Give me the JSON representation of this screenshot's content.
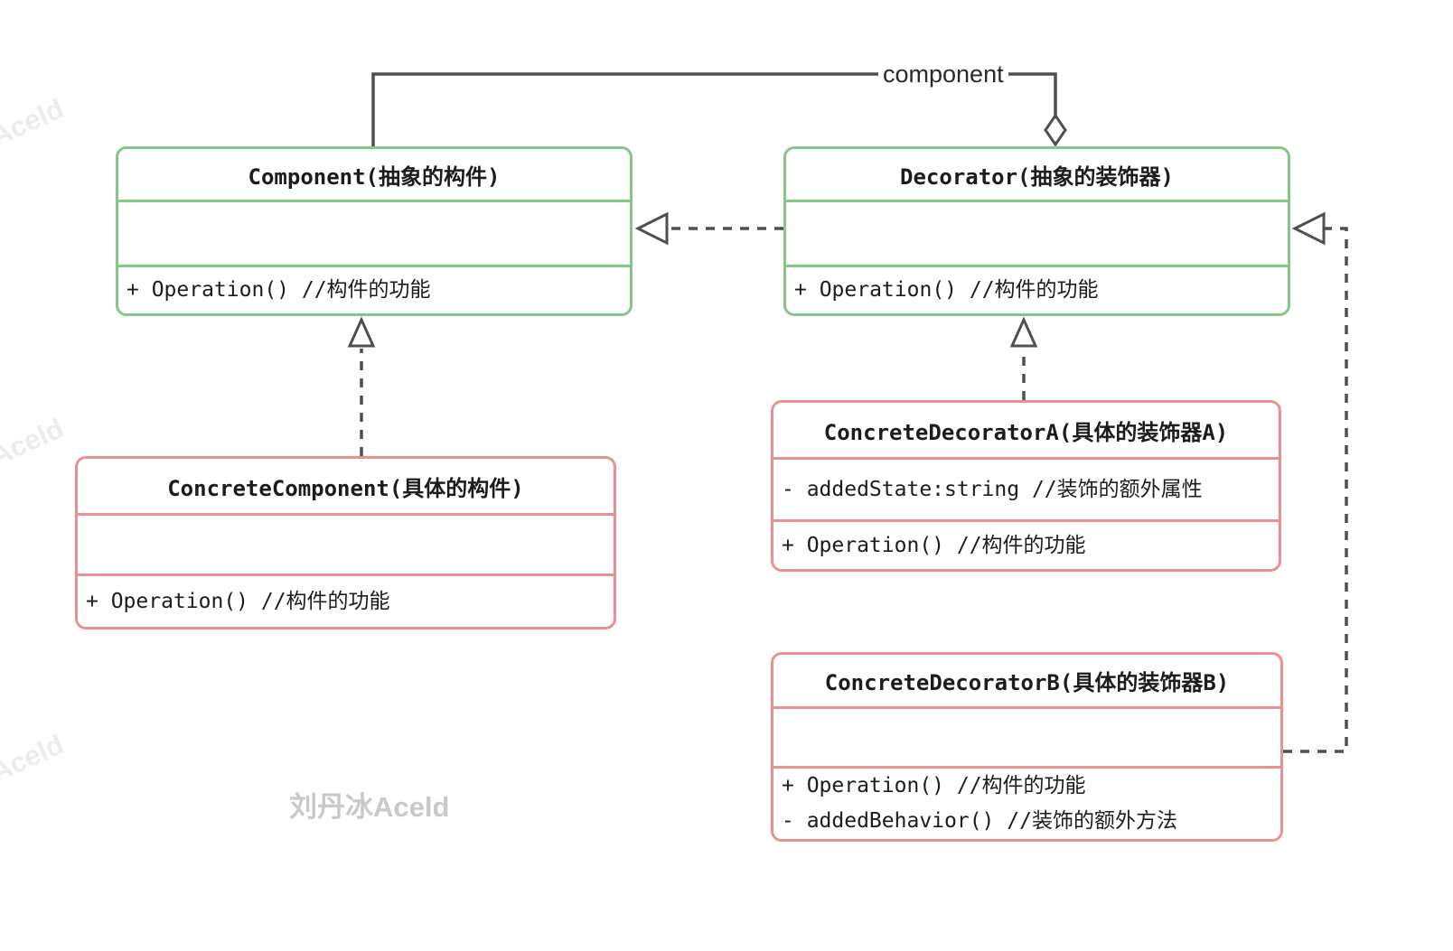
{
  "diagram": {
    "type": "uml-class-diagram",
    "pattern": "Decorator",
    "association_label": "component",
    "watermark_small": "Aceld",
    "watermark_main": "刘丹冰Aceld"
  },
  "colors": {
    "abstract_class_border": "#85c786",
    "concrete_class_border": "#e89191",
    "connector_line": "#4f4f4f",
    "text": "#1c1c1c",
    "watermark_main": "#c9c9c9",
    "watermark_faint": "#ececec"
  },
  "classes": {
    "component": {
      "title": "Component(抽象的构件)",
      "attributes": [],
      "methods": [
        "+ Operation() //构件的功能"
      ]
    },
    "decorator": {
      "title": "Decorator(抽象的装饰器)",
      "attributes": [],
      "methods": [
        "+ Operation() //构件的功能"
      ]
    },
    "concrete_component": {
      "title": "ConcreteComponent(具体的构件)",
      "attributes": [],
      "methods": [
        "+ Operation() //构件的功能"
      ]
    },
    "concrete_decorator_a": {
      "title": "ConcreteDecoratorA(具体的装饰器A)",
      "attributes": [
        "- addedState:string //装饰的额外属性"
      ],
      "methods": [
        "+ Operation() //构件的功能"
      ]
    },
    "concrete_decorator_b": {
      "title": "ConcreteDecoratorB(具体的装饰器B)",
      "attributes": [],
      "methods": [
        "+ Operation() //构件的功能",
        "- addedBehavior() //装饰的额外方法"
      ]
    }
  },
  "relations": [
    {
      "from": "Decorator",
      "to": "Component",
      "type": "aggregation",
      "label": "component"
    },
    {
      "from": "Decorator",
      "to": "Component",
      "type": "dependency-dashed"
    },
    {
      "from": "ConcreteComponent",
      "to": "Component",
      "type": "realization-dashed"
    },
    {
      "from": "ConcreteDecoratorA",
      "to": "Decorator",
      "type": "realization-dashed"
    },
    {
      "from": "ConcreteDecoratorB",
      "to": "Decorator",
      "type": "dependency-dashed"
    }
  ]
}
